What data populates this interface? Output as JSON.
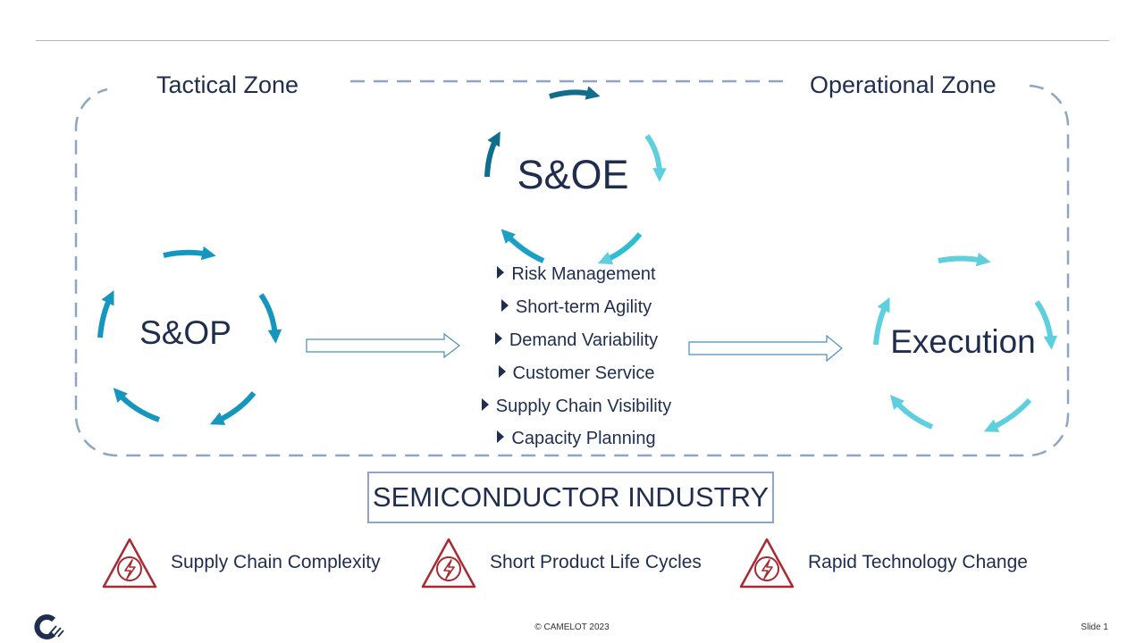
{
  "zones": {
    "tactical": "Tactical Zone",
    "operational": "Operational Zone"
  },
  "cycles": {
    "soe": "S&OE",
    "sop": "S&OP",
    "execution": "Execution"
  },
  "bullets": [
    "Risk Management",
    "Short-term Agility",
    "Demand Variability",
    "Customer Service",
    "Supply Chain Visibility",
    "Capacity Planning"
  ],
  "industry": "SEMICONDUCTOR INDUSTRY",
  "challenges": [
    "Supply Chain Complexity",
    "Short Product Life Cycles",
    "Rapid Technology Change"
  ],
  "footer": {
    "copyright": "© CAMELOT 2023",
    "slide": "Slide 1"
  },
  "colors": {
    "text": "#1f2d4e",
    "sop_arrows": "#1496bf",
    "soe_arrows_dark": "#0e6e8c",
    "exec_arrows": "#5ecfdc",
    "dashed_border": "#8ea5c4",
    "warning": "#a82a32",
    "flow_arrow": "#4a8fb8"
  },
  "icons": {
    "warning": "lightning-warning-triangle-icon",
    "bullet": "triangle-right-bullet",
    "logo": "camelot-logo"
  }
}
